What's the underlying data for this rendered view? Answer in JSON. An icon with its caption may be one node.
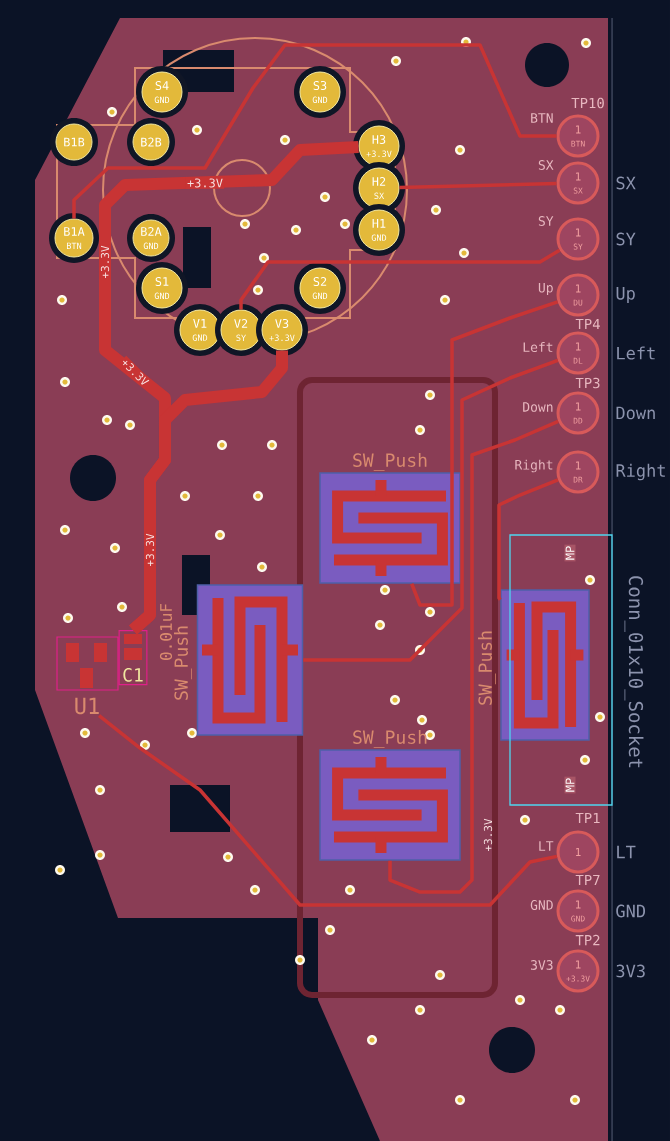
{
  "diagram": {
    "nodes": [
      {
        "text": [
          "S4",
          "GND"
        ]
      },
      {
        "text": [
          "S3",
          "GND"
        ]
      },
      {
        "text": [
          "B1B"
        ]
      },
      {
        "text": [
          "B2B"
        ]
      },
      {
        "text": [
          "H3",
          "+3.3V"
        ]
      },
      {
        "text": [
          "H2",
          "SX"
        ]
      },
      {
        "text": [
          "H1",
          "GND"
        ]
      },
      {
        "text": [
          "B1A",
          "BTN"
        ]
      },
      {
        "text": [
          "B2A",
          "GND"
        ]
      },
      {
        "text": [
          "S1",
          "GND"
        ]
      },
      {
        "text": [
          "S2",
          "GND"
        ]
      },
      {
        "text": [
          "V1",
          "GND"
        ]
      },
      {
        "text": [
          "V2",
          "SY"
        ]
      },
      {
        "text": [
          "V3",
          "+3.3V"
        ]
      },
      {
        "text": [
          "1",
          "BTN"
        ],
        "beside": [
          "BTN"
        ]
      },
      {
        "text": [
          "1",
          "SX"
        ],
        "beside": [
          "SX",
          "SX"
        ]
      },
      {
        "text": [
          "1",
          "SY"
        ],
        "beside": [
          "SY",
          "SY"
        ]
      },
      {
        "text": [
          "1",
          "DU"
        ],
        "beside": [
          "Up",
          "Up"
        ]
      },
      {
        "text": [
          "1",
          "DL"
        ],
        "beside": [
          "Left",
          "Left"
        ]
      },
      {
        "text": [
          "1",
          "DD"
        ],
        "beside": [
          "Down",
          "Down"
        ]
      },
      {
        "text": [
          "1",
          "DR"
        ],
        "beside": [
          "Right",
          "Right"
        ]
      },
      {
        "text": [
          "1"
        ],
        "beside": [
          "LT",
          "LT"
        ]
      },
      {
        "text": [
          "1",
          "GND"
        ],
        "beside": [
          "GND",
          "GND"
        ]
      },
      {
        "text": [
          "1",
          "+3.3V"
        ],
        "beside": [
          "3V3",
          "3V3"
        ]
      },
      {
        "text": [
          "SW_Push"
        ]
      },
      {
        "text": [
          "SW_Push"
        ]
      },
      {
        "text": [
          "SW_Push"
        ]
      },
      {
        "text": [
          "SW_Push"
        ]
      },
      {
        "text": [
          "U1"
        ]
      },
      {
        "text": [
          "C1"
        ],
        "beside": [
          "0.01uF"
        ]
      },
      {
        "text": [
          "Conn_01x10_Socket"
        ]
      }
    ],
    "edges": [
      {
        "from": 7,
        "to": 14,
        "arrow": "none"
      },
      {
        "from": 5,
        "to": 15,
        "arrow": "none"
      },
      {
        "from": 12,
        "to": 16,
        "arrow": "none"
      },
      {
        "from": 4,
        "to": 29,
        "arrow": "none",
        "label": "+3.3V",
        "style": "thick"
      },
      {
        "from": 13,
        "to": 29,
        "arrow": "none",
        "style": "thick"
      },
      {
        "from": 24,
        "to": 17,
        "arrow": "none"
      },
      {
        "from": 25,
        "to": 18,
        "arrow": "none"
      },
      {
        "from": 27,
        "to": 19,
        "arrow": "none"
      },
      {
        "from": 26,
        "to": 20,
        "arrow": "none"
      },
      {
        "from": 28,
        "to": 21,
        "arrow": "none"
      }
    ],
    "labels": [
      "+3.3V",
      "+3.3V",
      "+3.3V",
      "+3.3V",
      "TP10",
      "TP4",
      "TP3",
      "TP1",
      "TP7",
      "TP2",
      "MP",
      "MP"
    ]
  }
}
